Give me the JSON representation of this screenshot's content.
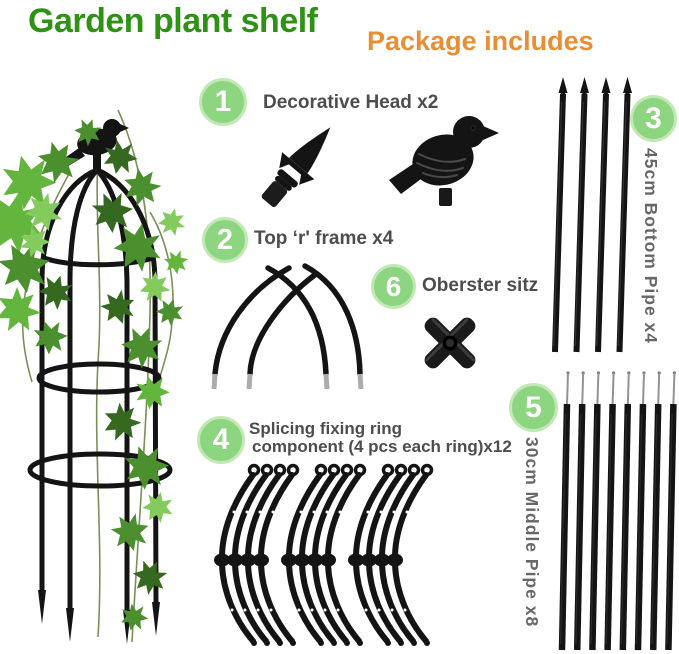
{
  "header": {
    "title": "Garden plant shelf",
    "subtitle": "Package includes"
  },
  "items": {
    "decorative_head": {
      "num": "1",
      "label": "Decorative Head x2"
    },
    "top_frame": {
      "num": "2",
      "label": "Top ‘r' frame x4"
    },
    "bottom_pipe": {
      "num": "3",
      "label": "45cm Bottom Pipe x4",
      "count": 4
    },
    "splicing_ring": {
      "num": "4",
      "label_line1": "Splicing fixing ring",
      "label_line2": "component (4 pcs each ring)x12",
      "groups": 3,
      "segments_per_group": 4
    },
    "middle_pipe": {
      "num": "5",
      "label": "30cm Middle Pipe x8",
      "count": 8
    },
    "top_seat": {
      "num": "6",
      "label": "Oberster sitz"
    }
  },
  "colors": {
    "title_green": "#2e9315",
    "includes_orange": "#e88f35",
    "badge_green": "#8dd580",
    "badge_halo": "#c2e9b4",
    "part_black": "#141414",
    "label_dark": "#4d4d4d",
    "vertical_gray": "#676767",
    "ferrule_gray": "#a9adb0",
    "leaf_dark": "#35691f",
    "leaf_mid": "#4c8f2f",
    "leaf_light": "#63b53e",
    "leaf_pale": "#82cb5c",
    "vine_brown": "#7b8f58"
  }
}
